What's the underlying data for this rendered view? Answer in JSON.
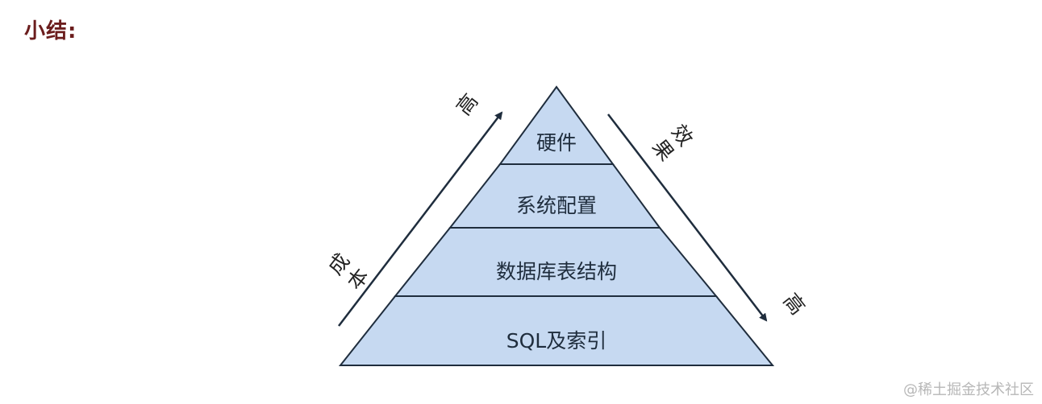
{
  "heading": "小结:",
  "pyramid": {
    "layers_top_to_bottom": [
      "硬件",
      "系统配置",
      "数据库表结构",
      "SQL及索引"
    ],
    "fill_color": "#c6d9f1",
    "stroke_color": "#1f2d3d"
  },
  "left_axis": {
    "label": "成本",
    "chars": [
      "成",
      "本"
    ],
    "end_label": "高"
  },
  "right_axis": {
    "label": "效果",
    "chars": [
      "效",
      "果"
    ],
    "end_label": "高"
  },
  "watermark": "@稀土掘金技术社区"
}
